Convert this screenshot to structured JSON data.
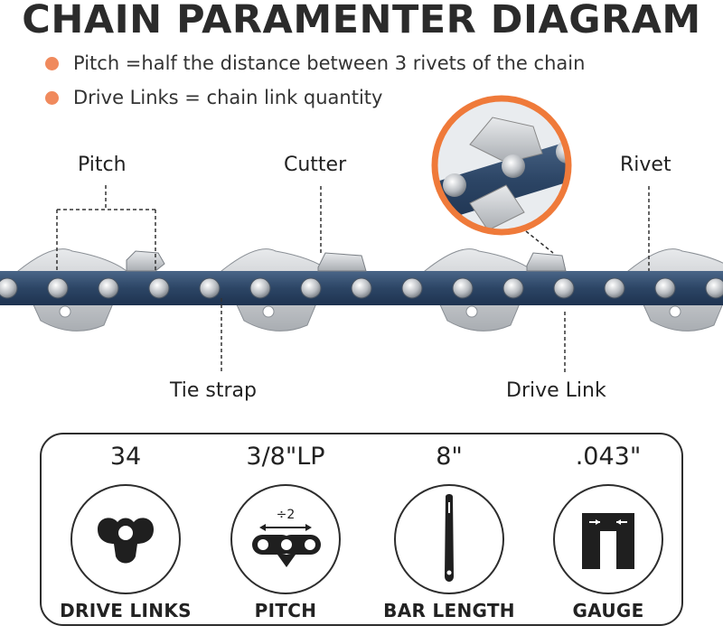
{
  "title": "CHAIN PARAMENTER DIAGRAM",
  "bullets": [
    "Pitch =half the distance between 3 rivets of the chain",
    "Drive Links = chain link quantity"
  ],
  "labels": {
    "pitch": "Pitch",
    "cutter": "Cutter",
    "rivet": "Rivet",
    "tie_strap": "Tie strap",
    "drive_link": "Drive Link"
  },
  "specs": [
    {
      "value": "34",
      "name": "DRIVE LINKS",
      "icon": "drive-link-icon"
    },
    {
      "value": "3/8\"LP",
      "name": "PITCH",
      "icon": "pitch-icon",
      "icon_text": "÷2"
    },
    {
      "value": "8\"",
      "name": "BAR LENGTH",
      "icon": "bar-icon"
    },
    {
      "value": ".043\"",
      "name": "GAUGE",
      "icon": "gauge-icon"
    }
  ],
  "colors": {
    "accent": "#f08a5d",
    "zoom_ring": "#ef7a3a",
    "chain_blue": "#2f4a6b",
    "chain_silver": "#c9ccd0"
  }
}
